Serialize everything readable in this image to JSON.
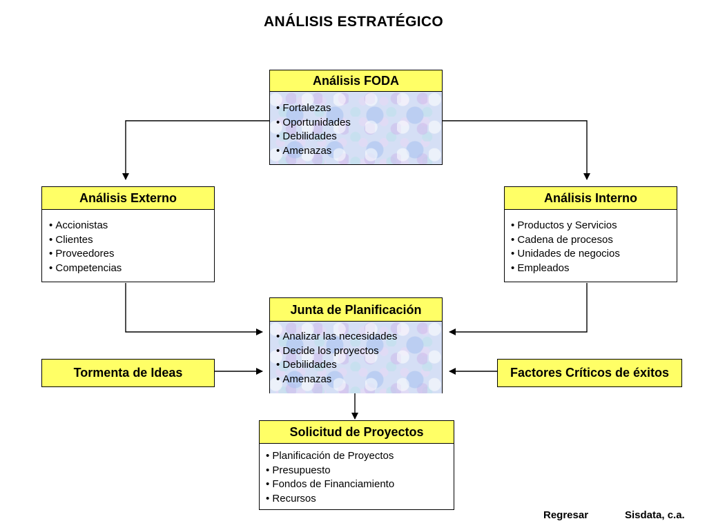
{
  "title": "ANÁLISIS ESTRATÉGICO",
  "foda": {
    "heading": "Análisis FODA",
    "items": [
      "Fortalezas",
      "Oportunidades",
      "Debilidades",
      "Amenazas"
    ]
  },
  "externo": {
    "heading": "Análisis Externo",
    "items": [
      "Accionistas",
      "Clientes",
      "Proveedores",
      "Competencias"
    ]
  },
  "interno": {
    "heading": "Análisis Interno",
    "items": [
      "Productos y Servicios",
      "Cadena de procesos",
      "Unidades de negocios",
      "Empleados"
    ]
  },
  "junta": {
    "heading": "Junta de Planificación",
    "items": [
      "Analizar las necesidades",
      "Decide los proyectos",
      "Debilidades",
      "Amenazas"
    ]
  },
  "tormenta": {
    "label": "Tormenta de Ideas"
  },
  "factores": {
    "label": "Factores Críticos de éxitos"
  },
  "solicitud": {
    "heading": "Solicitud de Proyectos",
    "items": [
      "Planificación de Proyectos",
      "Presupuesto",
      "Fondos de Financiamiento",
      "Recursos"
    ]
  },
  "footer": {
    "back_link": "Regresar",
    "company": "Sisdata, c.a."
  },
  "colors": {
    "header_fill": "#ffff66",
    "texture_fill": "#d5dff5",
    "line": "#000000"
  }
}
